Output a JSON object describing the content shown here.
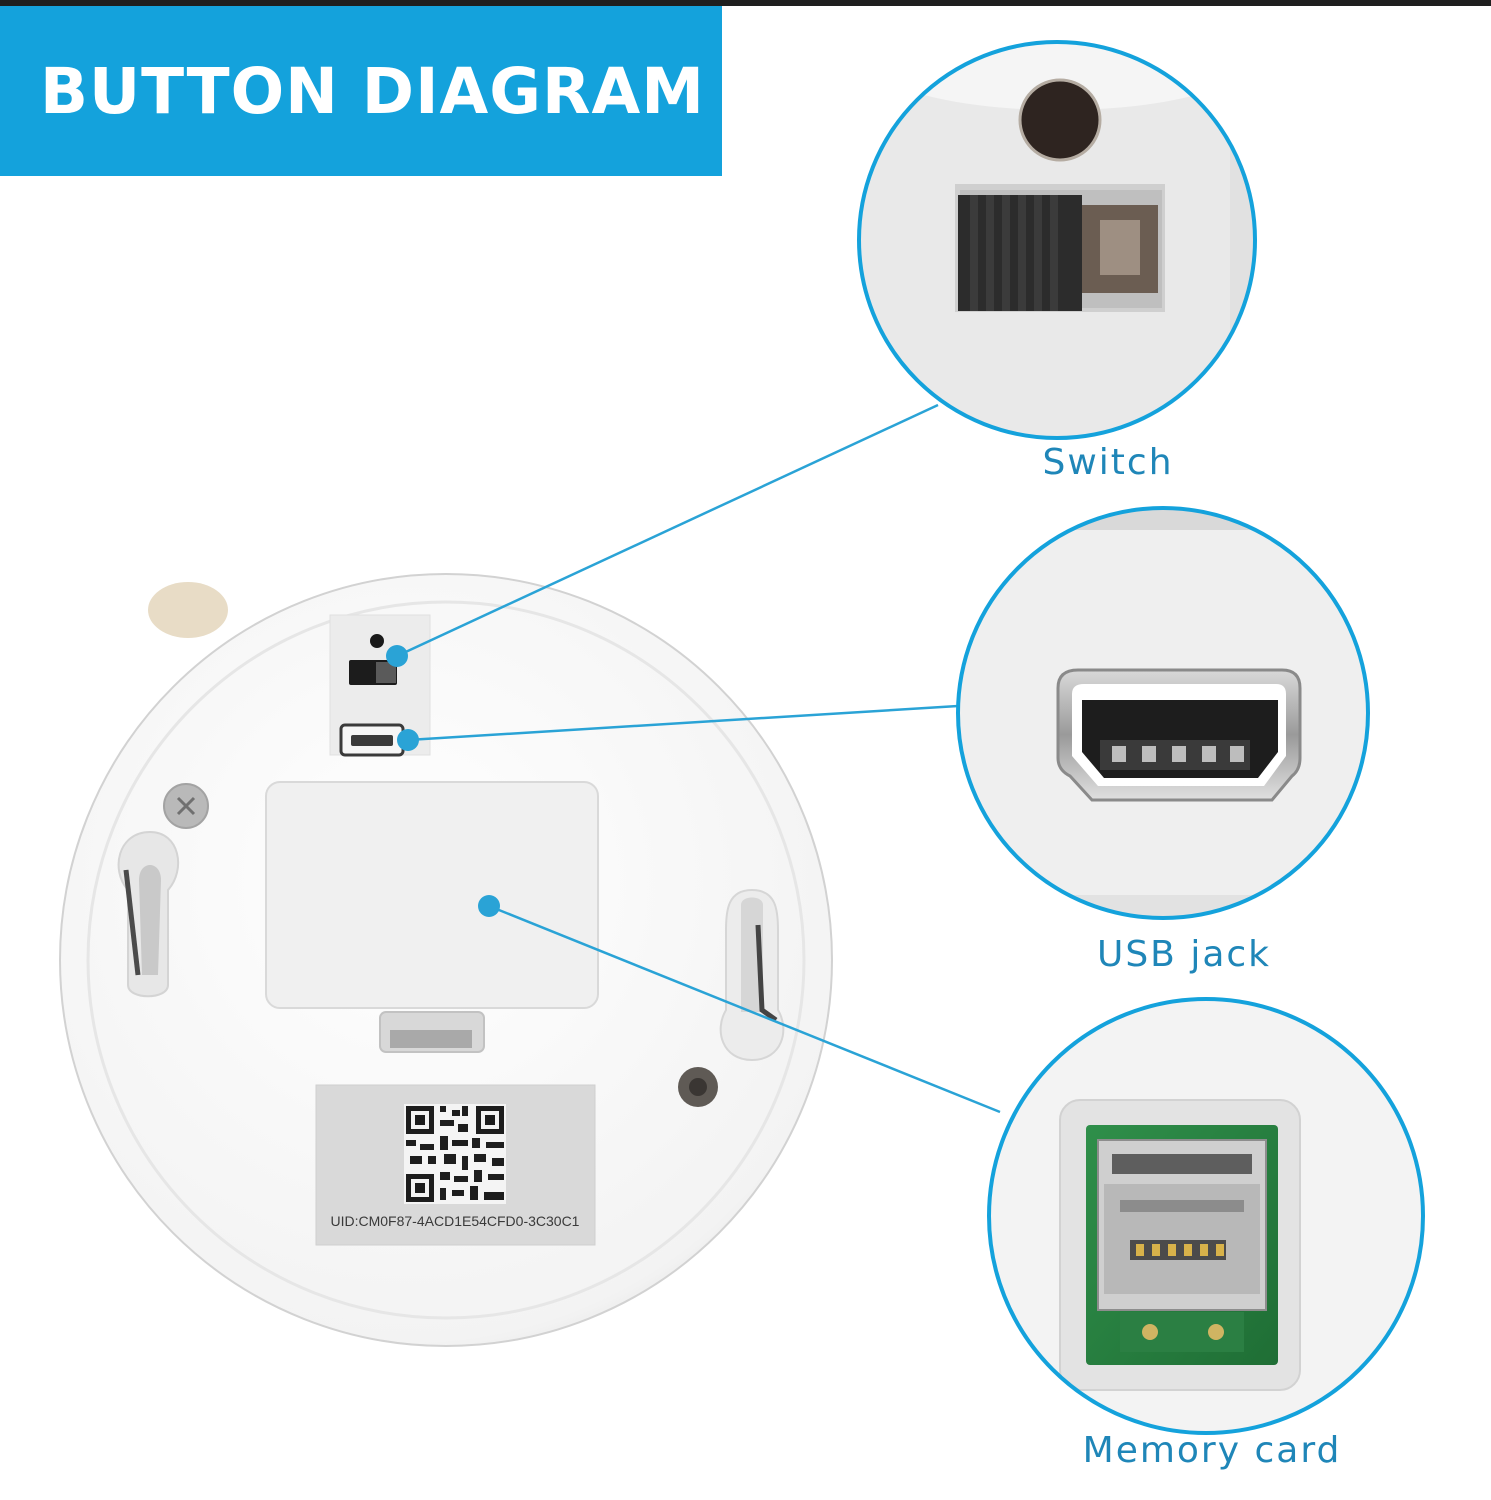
{
  "header": {
    "title": "BUTTON DIAGRAM"
  },
  "callouts": [
    {
      "key": "switch",
      "label": "Switch"
    },
    {
      "key": "usb",
      "label": "USB jack"
    },
    {
      "key": "memory",
      "label": "Memory card"
    }
  ],
  "device": {
    "uid_text": "UID:CM0F87-4ACD1E54CFD0-3C30C1"
  },
  "colors": {
    "accent": "#14a2dc",
    "label": "#1f86b8",
    "leader": "#2aa3d6"
  }
}
